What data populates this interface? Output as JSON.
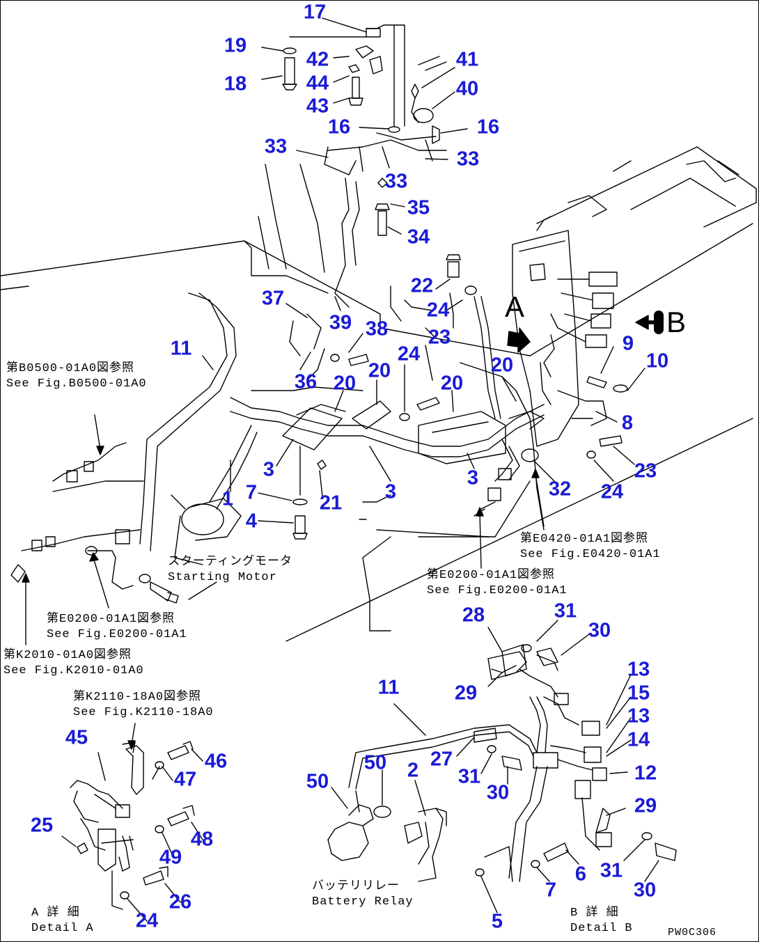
{
  "colors": {
    "callout": "#1a1ad6",
    "line": "#000000",
    "background": "#ffffff"
  },
  "callouts": [
    {
      "id": "c17",
      "text": "17"
    },
    {
      "id": "c19",
      "text": "19"
    },
    {
      "id": "c18",
      "text": "18"
    },
    {
      "id": "c42",
      "text": "42"
    },
    {
      "id": "c44",
      "text": "44"
    },
    {
      "id": "c43",
      "text": "43"
    },
    {
      "id": "c41",
      "text": "41"
    },
    {
      "id": "c40",
      "text": "40"
    },
    {
      "id": "c16a",
      "text": "16"
    },
    {
      "id": "c16b",
      "text": "16"
    },
    {
      "id": "c33a",
      "text": "33"
    },
    {
      "id": "c33b",
      "text": "33"
    },
    {
      "id": "c33c",
      "text": "33"
    },
    {
      "id": "c35",
      "text": "35"
    },
    {
      "id": "c34",
      "text": "34"
    },
    {
      "id": "c22",
      "text": "22"
    },
    {
      "id": "c24a",
      "text": "24"
    },
    {
      "id": "c37",
      "text": "37"
    },
    {
      "id": "c39",
      "text": "39"
    },
    {
      "id": "c38",
      "text": "38"
    },
    {
      "id": "c23a",
      "text": "23"
    },
    {
      "id": "c24b",
      "text": "24"
    },
    {
      "id": "c20a",
      "text": "20"
    },
    {
      "id": "c9",
      "text": "9"
    },
    {
      "id": "c10",
      "text": "10"
    },
    {
      "id": "c11a",
      "text": "11"
    },
    {
      "id": "c36",
      "text": "36"
    },
    {
      "id": "c20b",
      "text": "20"
    },
    {
      "id": "c20c",
      "text": "20"
    },
    {
      "id": "c20d",
      "text": "20"
    },
    {
      "id": "c8",
      "text": "8"
    },
    {
      "id": "c23b",
      "text": "23"
    },
    {
      "id": "c3a",
      "text": "3"
    },
    {
      "id": "c3b",
      "text": "3"
    },
    {
      "id": "c3c",
      "text": "3"
    },
    {
      "id": "c32",
      "text": "32"
    },
    {
      "id": "c24c",
      "text": "24"
    },
    {
      "id": "c1",
      "text": "1"
    },
    {
      "id": "c7a",
      "text": "7"
    },
    {
      "id": "c21",
      "text": "21"
    },
    {
      "id": "c4",
      "text": "4"
    },
    {
      "id": "c28",
      "text": "28"
    },
    {
      "id": "c31a",
      "text": "31"
    },
    {
      "id": "c30a",
      "text": "30"
    },
    {
      "id": "c13a",
      "text": "13"
    },
    {
      "id": "c15",
      "text": "15"
    },
    {
      "id": "c13b",
      "text": "13"
    },
    {
      "id": "c29a",
      "text": "29"
    },
    {
      "id": "c11b",
      "text": "11"
    },
    {
      "id": "c14",
      "text": "14"
    },
    {
      "id": "c12",
      "text": "12"
    },
    {
      "id": "c45",
      "text": "45"
    },
    {
      "id": "c46",
      "text": "46"
    },
    {
      "id": "c47",
      "text": "47"
    },
    {
      "id": "c50a",
      "text": "50"
    },
    {
      "id": "c50b",
      "text": "50"
    },
    {
      "id": "c2",
      "text": "2"
    },
    {
      "id": "c27",
      "text": "27"
    },
    {
      "id": "c31b",
      "text": "31"
    },
    {
      "id": "c30b",
      "text": "30"
    },
    {
      "id": "c29b",
      "text": "29"
    },
    {
      "id": "c25",
      "text": "25"
    },
    {
      "id": "c48",
      "text": "48"
    },
    {
      "id": "c49",
      "text": "49"
    },
    {
      "id": "c6",
      "text": "6"
    },
    {
      "id": "c31c",
      "text": "31"
    },
    {
      "id": "c7b",
      "text": "7"
    },
    {
      "id": "c26",
      "text": "26"
    },
    {
      "id": "c30c",
      "text": "30"
    },
    {
      "id": "c24d",
      "text": "24"
    },
    {
      "id": "c5",
      "text": "5"
    }
  ],
  "notes": {
    "b0500": {
      "jp": "第B0500-01A0図参照",
      "en": "See Fig.B0500-01A0"
    },
    "starting_motor": {
      "jp": "スターティングモータ",
      "en": "Starting Motor"
    },
    "e0200_left": {
      "jp": "第E0200-01A1図参照",
      "en": "See Fig.E0200-01A1"
    },
    "k2010": {
      "jp": "第K2010-01A0図参照",
      "en": "See Fig.K2010-01A0"
    },
    "e0420": {
      "jp": "第E0420-01A1図参照",
      "en": "See Fig.E0420-01A1"
    },
    "e0200_right": {
      "jp": "第E0200-01A1図参照",
      "en": "See Fig.E0200-01A1"
    },
    "k2110": {
      "jp": "第K2110-18A0図参照",
      "en": "See Fig.K2110-18A0"
    },
    "battery_relay": {
      "jp": "バッテリリレー",
      "en": "Battery Relay"
    },
    "detail_a": {
      "jp": "A 詳 細",
      "en": "Detail A"
    },
    "detail_b": {
      "jp": "B 詳 細",
      "en": "Detail B"
    }
  },
  "view_letters": {
    "a": "A",
    "b": "B"
  },
  "part_code": "PW0C306"
}
